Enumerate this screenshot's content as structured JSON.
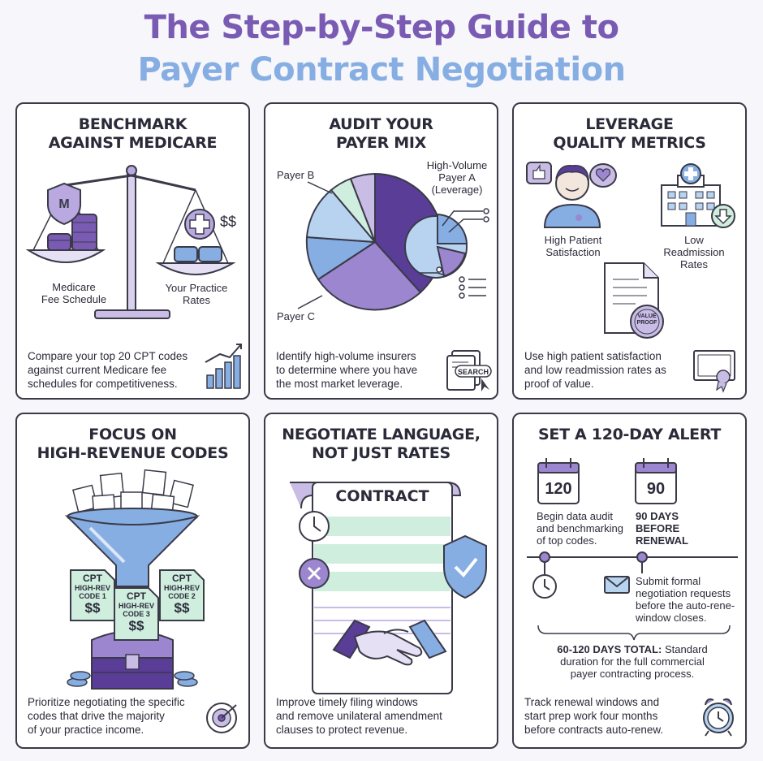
{
  "header": {
    "title_line1": "The Step-by-Step Guide to",
    "title_line2": "Payer Contract Negotiation"
  },
  "colors": {
    "purple": "#7a5bb3",
    "blue": "#86aee3",
    "lavender": "#c9bde6",
    "mint": "#cfeede",
    "ink": "#3a3a48"
  },
  "cards": [
    {
      "heading": [
        "BENCHMARK",
        "AGAINST MEDICARE"
      ],
      "shield_letter": "M",
      "labels": {
        "left": [
          "Medicare",
          "Fee Schedule"
        ],
        "right": [
          "Your Practice",
          "Rates"
        ],
        "dollar": "$$"
      },
      "desc": [
        "Compare your top 20 CPT codes",
        "against current Medicare fee",
        "schedules for competitiveness."
      ],
      "icons": [
        "scale-icon",
        "shield-icon",
        "coin-stack-icon",
        "medical-cross-icon",
        "bar-chart-icon"
      ]
    },
    {
      "heading": [
        "AUDIT YOUR",
        "PAYER MIX"
      ],
      "labels": {
        "payer_a": [
          "High-Volume",
          "Payer A",
          "(Leverage)"
        ],
        "payer_b": "Payer B",
        "payer_c": "Payer C",
        "search": "SEARCH"
      },
      "desc": [
        "Identify high-volume insurers",
        "to determine where you have",
        "the most market leverage."
      ],
      "icons": [
        "pie-chart-icon",
        "document-search-icon"
      ]
    },
    {
      "heading": [
        "LEVERAGE",
        "QUALITY METRICS"
      ],
      "labels": {
        "patient": [
          "High Patient",
          "Satisfaction"
        ],
        "readmission": [
          "Low",
          "Readmission",
          "Rates"
        ],
        "seal": [
          "VALUE",
          "PROOF"
        ]
      },
      "desc": [
        "Use high patient satisfaction",
        "and low readmission rates as",
        "proof of value."
      ],
      "icons": [
        "person-icon",
        "thumbs-up-icon",
        "heart-icon",
        "hospital-icon",
        "down-arrow-icon",
        "certificate-icon"
      ]
    },
    {
      "heading": [
        "FOCUS ON",
        "HIGH-REVENUE CODES"
      ],
      "labels": {
        "card1": [
          "CPT",
          "HIGH-REV",
          "CODE 1",
          "$$"
        ],
        "card2": [
          "CPT",
          "HIGH-REV",
          "CODE 3",
          "$$"
        ],
        "card3": [
          "CPT",
          "HIGH-REV",
          "CODE 2",
          "$$"
        ]
      },
      "desc": [
        "Prioritize negotiating the specific",
        "codes that drive the majority",
        "of your practice income."
      ],
      "icons": [
        "funnel-icon",
        "treasure-chest-icon",
        "target-icon"
      ]
    },
    {
      "heading": [
        "NEGOTIATE LANGUAGE,",
        "NOT JUST RATES"
      ],
      "labels": {
        "contract": "CONTRACT"
      },
      "desc": [
        "Improve timely filing windows",
        "and remove unilateral amendment",
        "clauses to protect revenue."
      ],
      "icons": [
        "scroll-icon",
        "clock-icon",
        "close-icon",
        "shield-check-icon",
        "handshake-icon"
      ]
    },
    {
      "heading": [
        "SET A 120-DAY ALERT"
      ],
      "cal1": "120",
      "cal2": "90",
      "labels": {
        "cal1_text": [
          "Begin data audit",
          "and benchmarking",
          "of top codes."
        ],
        "cal2_text": [
          "90 DAYS",
          "BEFORE",
          "RENEWAL"
        ],
        "submit": [
          "Submit formal",
          "negotiation requests",
          "before the auto-rene-",
          "window closes."
        ],
        "total_bold": "60-120 DAYS TOTAL:",
        "total_rest": [
          " Standard",
          "duration for the full commercial",
          "payer contracting process."
        ]
      },
      "desc": [
        "Track renewal windows and",
        "start prep work four months",
        "before contracts auto-renew."
      ],
      "icons": [
        "calendar-icon",
        "clock-icon",
        "envelope-icon",
        "alarm-clock-icon"
      ]
    }
  ]
}
